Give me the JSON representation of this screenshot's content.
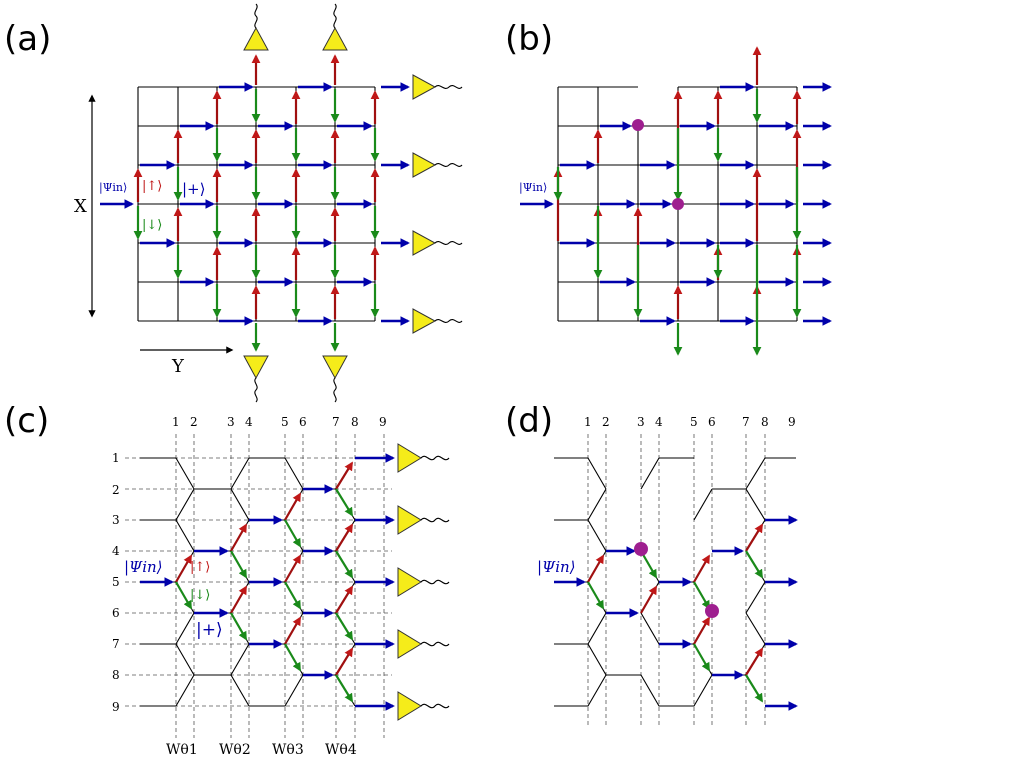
{
  "panels": {
    "a": {
      "label": "(a)"
    },
    "b": {
      "label": "(b)"
    },
    "c": {
      "label": "(c)"
    },
    "d": {
      "label": "(d)"
    }
  },
  "axes": {
    "x": "X",
    "y": "Y"
  },
  "states": {
    "psi_in_small": "|Ψin⟩",
    "up": "|↑⟩",
    "down": "|↓⟩",
    "plus": "|+⟩",
    "psi_in": "|Ψin⟩"
  },
  "columns": [
    "1",
    "2",
    "3",
    "4",
    "5",
    "6",
    "7",
    "8",
    "9"
  ],
  "rows": [
    "1",
    "2",
    "3",
    "4",
    "5",
    "6",
    "7",
    "8",
    "9"
  ],
  "walkers": [
    "Wθ1",
    "Wθ2",
    "Wθ3",
    "Wθ4"
  ],
  "colors": {
    "blue": "#0000aa",
    "red": "#a01010",
    "green": "#1a8a1a",
    "detector": "#f5ec1a",
    "defect": "#9e1f8f"
  }
}
